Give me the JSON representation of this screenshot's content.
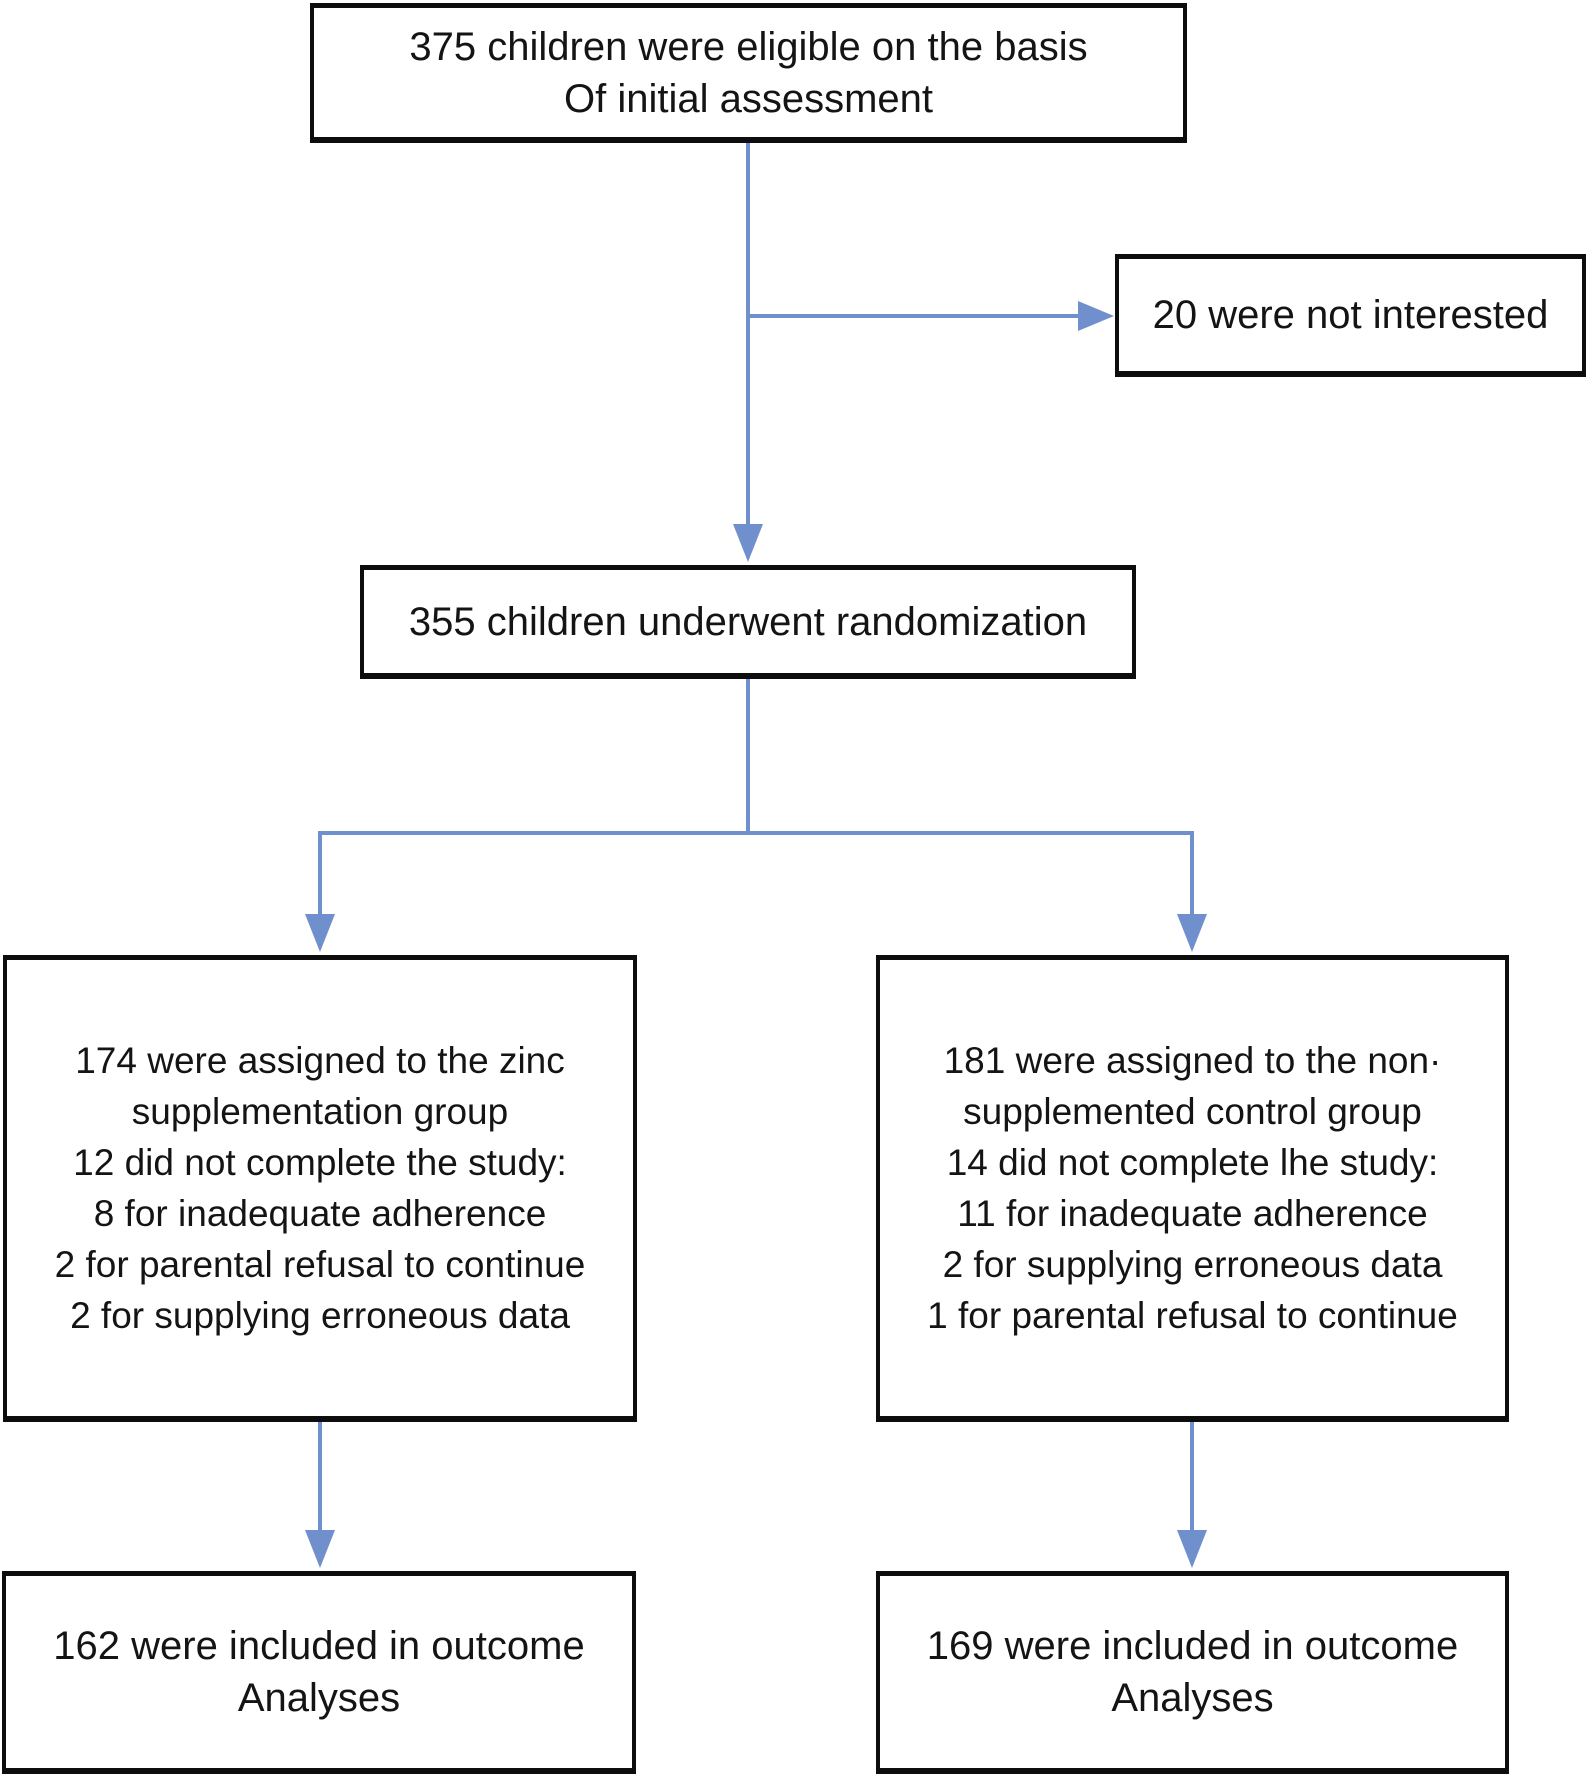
{
  "colors": {
    "arrow": "#6f8fcd",
    "border": "#0d0d0d",
    "text": "#141414",
    "background": "#ffffff"
  },
  "nodes": {
    "eligible": {
      "lines": [
        "375 children were eligible on the basis",
        "Of initial assessment"
      ]
    },
    "not_interested": {
      "lines": [
        "20 were not interested"
      ]
    },
    "randomized": {
      "lines": [
        "355 children underwent randomization"
      ]
    },
    "zinc_group": {
      "lines": [
        "174 were assigned to the zinc",
        "supplementation group",
        "12 did not complete the study:",
        "8 for inadequate adherence",
        "2 for parental refusal to continue",
        "2 for supplying erroneous data"
      ]
    },
    "control_group": {
      "lines": [
        "181 were assigned to the non·",
        "supplemented control group",
        "14 did not complete lhe study:",
        "11 for inadequate adherence",
        "2 for supplying erroneous data",
        "1 for parental refusal to continue"
      ]
    },
    "zinc_outcome": {
      "lines": [
        "162 were included in outcome",
        "Analyses"
      ]
    },
    "control_outcome": {
      "lines": [
        "169 were included in outcome",
        "Analyses"
      ]
    }
  }
}
